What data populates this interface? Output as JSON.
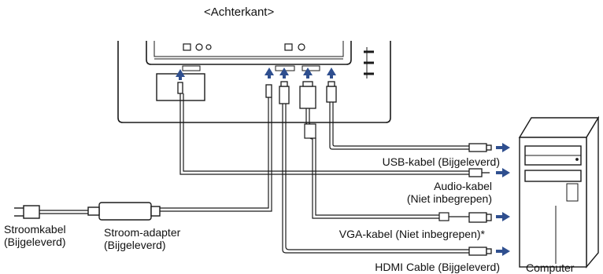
{
  "title": "<Achterkant>",
  "labels": {
    "usb": "USB-kabel (Bijgeleverd)",
    "audio_1": "Audio-kabel",
    "audio_2": "(Niet inbegrepen)",
    "vga": "VGA-kabel (Niet inbegrepen)*",
    "hdmi": "HDMI Cable (Bijgeleverd)",
    "computer": "Computer",
    "power_cable_1": "Stroomkabel",
    "power_cable_2": "(Bijgeleverd)",
    "adapter_1": "Stroom-adapter",
    "adapter_2": "(Bijgeleverd)"
  },
  "colors": {
    "line": "#1a1a1a",
    "arrow": "#2f4f8f",
    "cable_fill": "#ffffff"
  }
}
